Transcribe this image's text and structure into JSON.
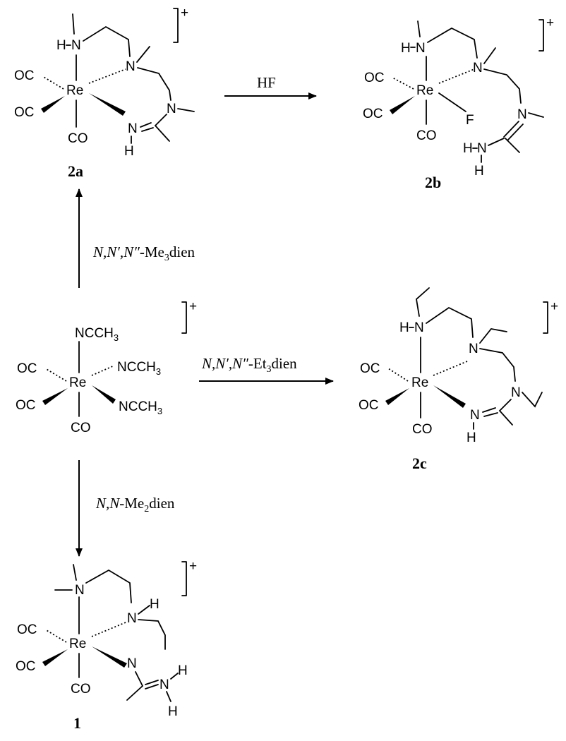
{
  "atoms": {
    "rhenium": "Re",
    "carbonyl": "CO",
    "carbonyl_left": "OC",
    "nitrogen": "N",
    "hydrogen": "H",
    "fluorine": "F",
    "acetonitrile": "NCCH",
    "acetonitrile_sub": "3",
    "charge": "+"
  },
  "compounds": {
    "c2a": "2a",
    "c2b": "2b",
    "c2c": "2c",
    "c1": "1"
  },
  "reactions": {
    "hf": {
      "reagent": "HF"
    },
    "me3": {
      "pre": "N,N′,N″",
      "mid": "-Me",
      "sub": "3",
      "post": "dien"
    },
    "et3": {
      "pre": "N,N′,N″",
      "mid": "-Et",
      "sub": "3",
      "post": "dien"
    },
    "me2": {
      "pre": "N,N",
      "mid": "-Me",
      "sub": "2",
      "post": "dien"
    }
  }
}
